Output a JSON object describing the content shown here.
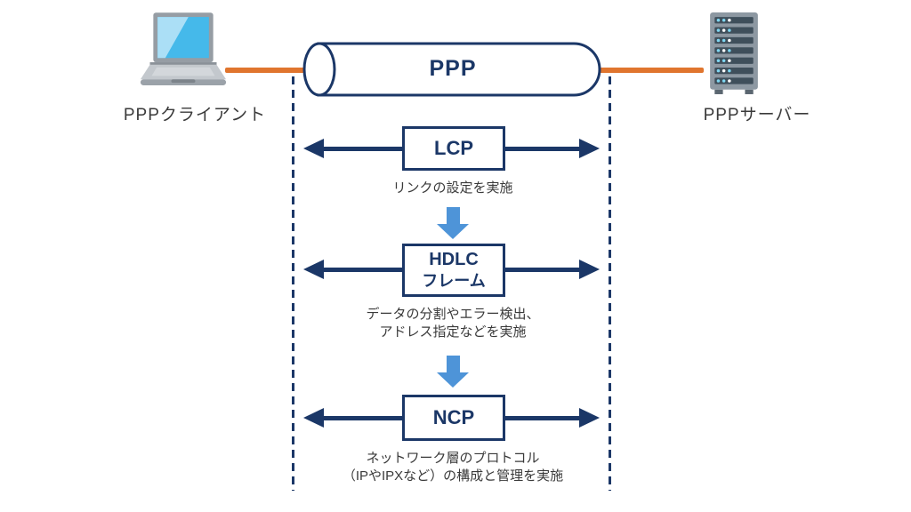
{
  "diagram": {
    "title_semantic": "PPP protocol stack between client and server",
    "client": {
      "label": "PPPクライアント"
    },
    "server": {
      "label": "PPPサーバー"
    },
    "tunnel": {
      "label": "PPP"
    },
    "layers": [
      {
        "name": "LCP",
        "name_line2": "",
        "caption_line1": "リンクの設定を実施",
        "caption_line2": ""
      },
      {
        "name": "HDLC",
        "name_line2": "フレーム",
        "caption_line1": "データの分割やエラー検出、",
        "caption_line2": "アドレス指定などを実施"
      },
      {
        "name": "NCP",
        "name_line2": "",
        "caption_line1": "ネットワーク層のプロトコル",
        "caption_line2": "（IPやIPXなど）の構成と管理を実施"
      }
    ],
    "colors": {
      "navy": "#1b3767",
      "orange": "#e0752e",
      "arrow_blue": "#4e94d8",
      "text_dark": "#3a3a3a"
    }
  }
}
